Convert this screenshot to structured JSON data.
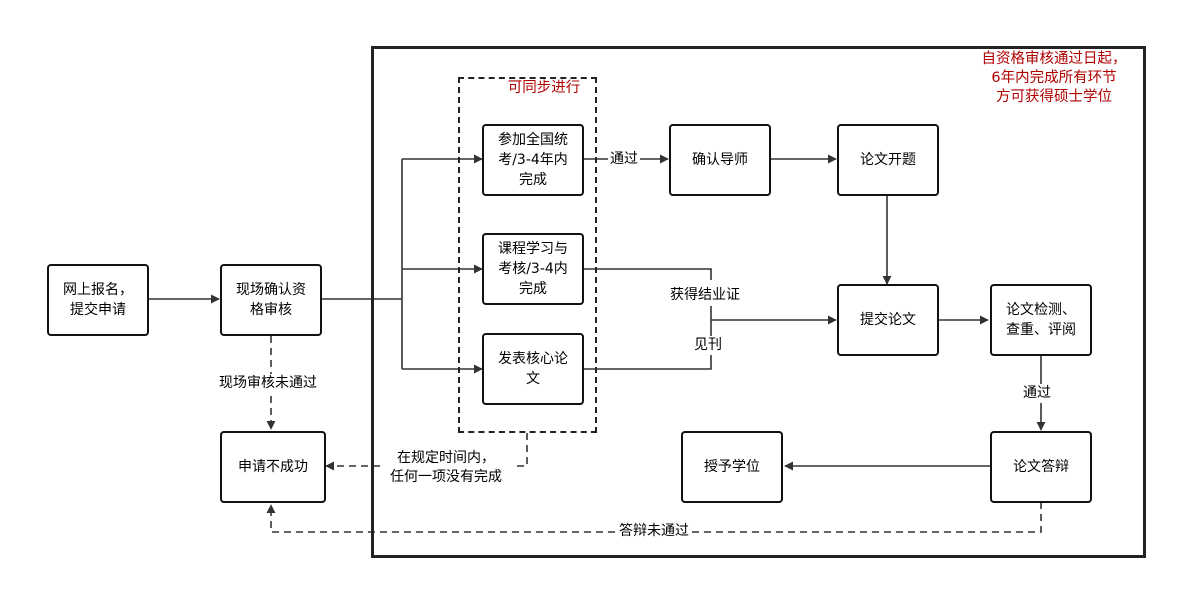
{
  "diagram": {
    "colors": {
      "line": "#333333",
      "box_border": "#111111",
      "note": "#b00000"
    },
    "nodes": {
      "register": "网上报名，\n提交申请",
      "onsite": "现场确认资\n格审核",
      "fail": "申请不成功",
      "exam": "参加全国统\n考/3-4年内\n完成",
      "course": "课程学习与\n考核/3-4内\n完成",
      "publish": "发表核心论\n文",
      "advisor": "确认导师",
      "proposal": "论文开题",
      "submit": "提交论文",
      "check": "论文检测、\n查重、评阅",
      "defense": "论文答辩",
      "degree": "授予学位"
    },
    "labels": {
      "parallel": "可同步进行",
      "note": "自资格审核通过日起，\n6年内完成所有环节\n方可获得硕士学位",
      "pass1": "通过",
      "pass2": "通过",
      "certificate": "获得结业证",
      "published": "见刊",
      "onsite_fail": "现场审核未通过",
      "timeout": "在规定时间内，\n任何一项没有完成",
      "defense_fail": "答辩未通过"
    }
  }
}
